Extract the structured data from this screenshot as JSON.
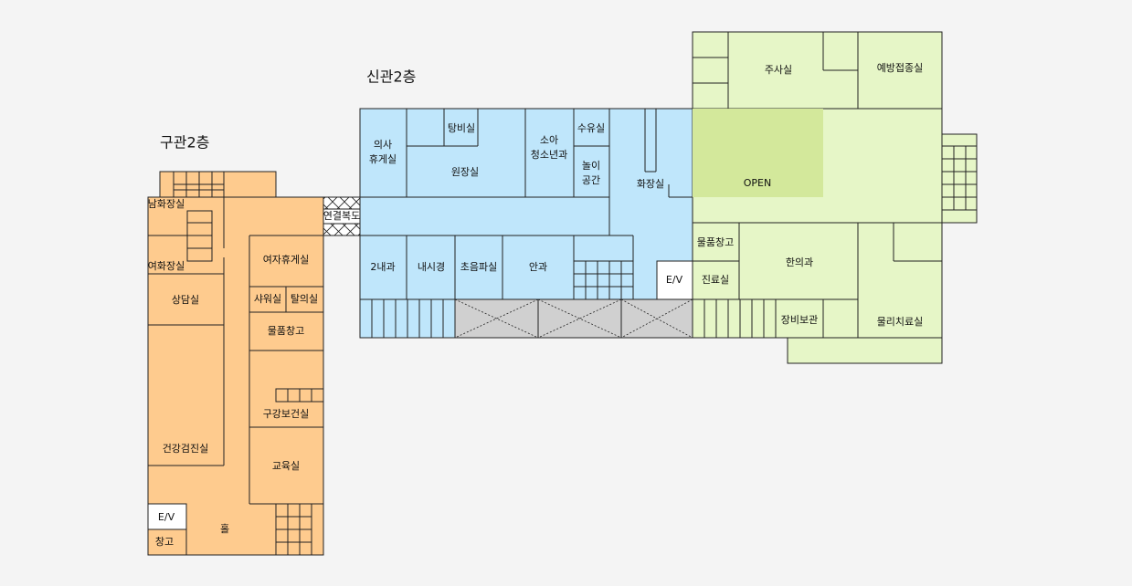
{
  "titles": {
    "old_building": "구관2층",
    "new_building": "신관2층"
  },
  "colors": {
    "old": "#fecb8e",
    "new": "#bfe6fb",
    "green": "#e6f6c7",
    "open": "#d3e89b",
    "gray": "#d0d0d0",
    "white": "#ffffff",
    "line": "#222222"
  },
  "rooms": {
    "mens_restroom": "남화장실",
    "womens_restroom": "여화장실",
    "counseling": "상담실",
    "health_checkup": "건강검진실",
    "ev_old": "E/V",
    "storage_old": "창고",
    "hall": "홀",
    "womens_lounge": "여자휴게실",
    "shower": "샤워실",
    "changing": "탈의실",
    "supply_old": "물품창고",
    "oral_health": "구강보건실",
    "education": "교육실",
    "corridor": "연결복도",
    "doctors_lounge": "의사 휴게실",
    "pharmacy": "탕비실",
    "director": "원장실",
    "pediatrics": "소아 청소년과",
    "nursing": "수유실",
    "play_space": "놀이 공간",
    "restroom_new": "화장실",
    "ent": "2내과",
    "endoscopy": "내시경",
    "ultrasound": "초음파실",
    "ophthalmology": "안과",
    "ev_new": "E/V",
    "injection": "주사실",
    "vaccination": "예방접종실",
    "open_area": "OPEN",
    "supply_new": "물품창고",
    "exam": "진료실",
    "oriental": "한의과",
    "equipment": "장비보관",
    "physio": "물리치료실"
  }
}
